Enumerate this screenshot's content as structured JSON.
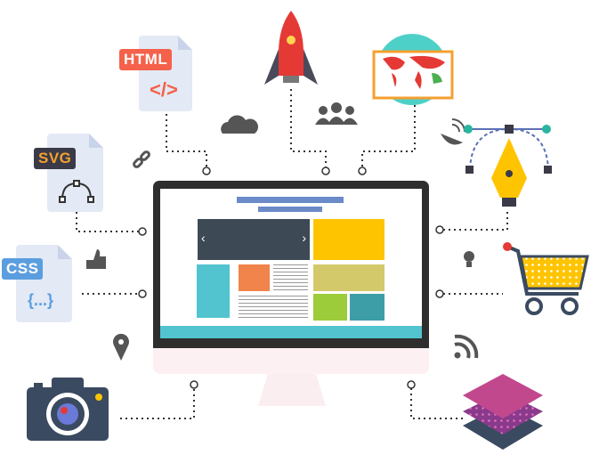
{
  "files": {
    "html": {
      "label": "HTML",
      "glyph": "</>"
    },
    "svg": {
      "label": "SVG"
    },
    "css": {
      "label": "CSS",
      "glyph": "{...}"
    }
  },
  "slider": {
    "prev": "‹",
    "next": "›"
  },
  "colors": {
    "bezel": "#2e2e2e",
    "blue": "#6a8ac8",
    "dark": "#3d4a55",
    "yellow": "#ffc400",
    "teal": "#52c4d0",
    "orange": "#f0844a",
    "olive": "#d3c96a",
    "green": "#9ccc3a",
    "darkteal": "#3d9ea8",
    "html": "#f5614a",
    "css": "#5b9ee0",
    "svgtag": "#3a3a48",
    "svgtext": "#f5a030"
  }
}
